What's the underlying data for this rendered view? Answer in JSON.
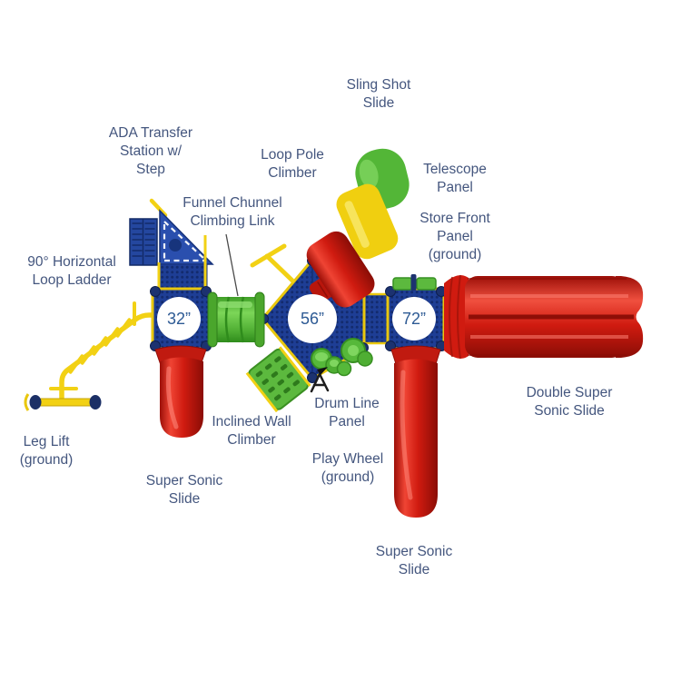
{
  "figure_title": "Playground structure top-view diagram",
  "colors": {
    "label_text": "#44567e",
    "deck_blue": "#1e3e95",
    "post_navy": "#1c3270",
    "rail_yellow": "#f2d114",
    "slide_red": "#d01b10",
    "equipment_green": "#56b83a",
    "deck_size_text": "#2d5a94"
  },
  "decks": [
    {
      "id": "deck-32",
      "size": "32”"
    },
    {
      "id": "deck-56",
      "size": "56”"
    },
    {
      "id": "deck-72",
      "size": "72”"
    }
  ],
  "labels": {
    "sling_shot_slide": "Sling Shot\nSlide",
    "ada_transfer_station": "ADA Transfer\nStation w/\nStep",
    "loop_pole_climber": "Loop Pole\nClimber",
    "funnel_chunnel": "Funnel Chunnel\nClimbing Link",
    "telescope_panel": "Telescope\nPanel",
    "store_front_panel": "Store Front\nPanel\n(ground)",
    "horizontal_loop_ladder": "90° Horizontal\nLoop Ladder",
    "leg_lift": "Leg Lift\n(ground)",
    "super_sonic_slide_left": "Super Sonic\nSlide",
    "inclined_wall_climber": "Inclined Wall\nClimber",
    "drum_line_panel": "Drum Line\nPanel",
    "play_wheel": "Play Wheel\n(ground)",
    "double_super_sonic_slide": "Double Super\nSonic Slide",
    "super_sonic_slide_bottom": "Super Sonic\nSlide"
  }
}
